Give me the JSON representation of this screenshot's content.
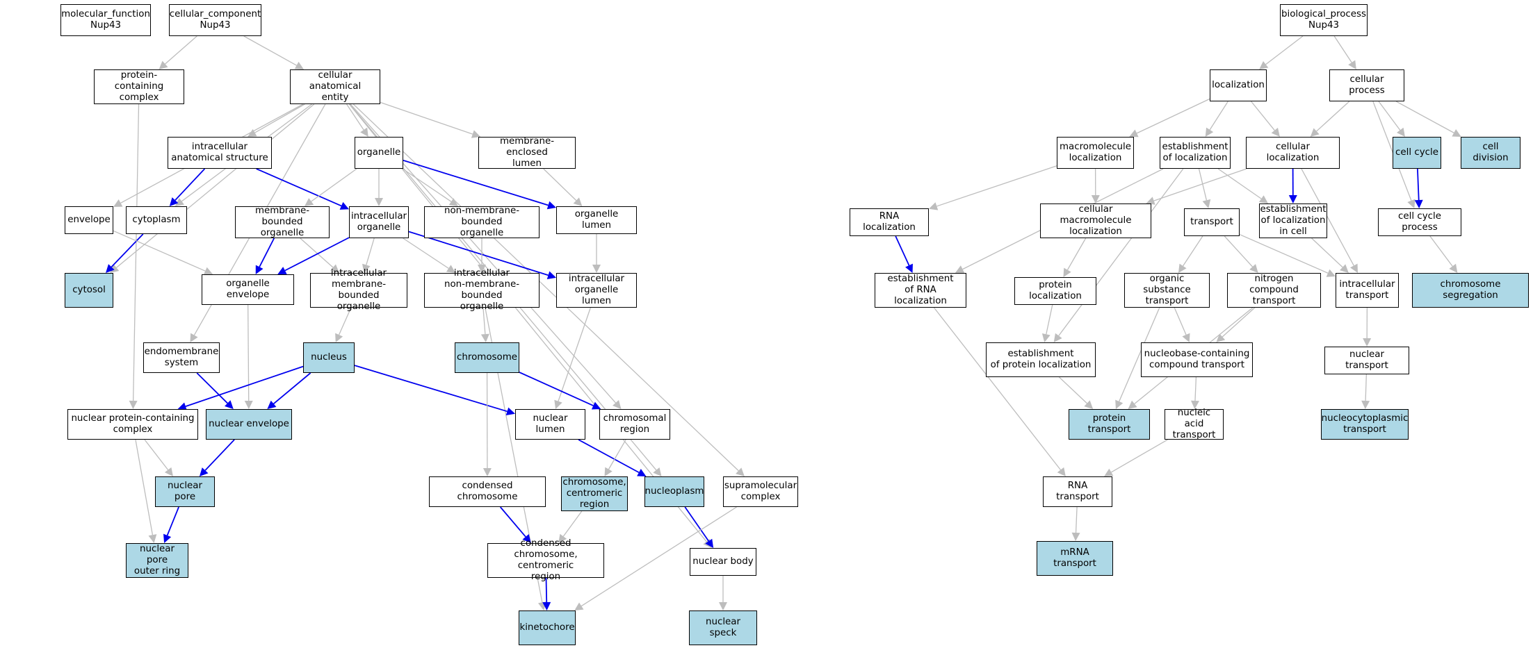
{
  "colors": {
    "edge_gray": "#bdbdbd",
    "edge_blue": "#0000ee",
    "highlight": "#add8e6",
    "plain": "#ffffff"
  },
  "nodes": {
    "mf": {
      "label": "molecular_function\nNup43",
      "hl": false
    },
    "cc": {
      "label": "cellular_component\nNup43",
      "hl": false
    },
    "pcc": {
      "label": "protein-containing\ncomplex",
      "hl": false
    },
    "cae": {
      "label": "cellular anatomical\nentity",
      "hl": false
    },
    "ias": {
      "label": "intracellular\nanatomical structure",
      "hl": false
    },
    "org": {
      "label": "organelle",
      "hl": false
    },
    "mel": {
      "label": "membrane-enclosed\nlumen",
      "hl": false
    },
    "env": {
      "label": "envelope",
      "hl": false
    },
    "cyto": {
      "label": "cytoplasm",
      "hl": false
    },
    "mbo": {
      "label": "membrane-bounded\norganelle",
      "hl": false
    },
    "io": {
      "label": "intracellular\norganelle",
      "hl": false
    },
    "nmbo": {
      "label": "non-membrane-bounded\norganelle",
      "hl": false
    },
    "ol": {
      "label": "organelle lumen",
      "hl": false
    },
    "cytosol": {
      "label": "cytosol",
      "hl": true
    },
    "oe": {
      "label": "organelle envelope",
      "hl": false
    },
    "imbo": {
      "label": "intracellular\nmembrane-bounded\norganelle",
      "hl": false
    },
    "inmbo": {
      "label": "intracellular\nnon-membrane-bounded\norganelle",
      "hl": false
    },
    "iol": {
      "label": "intracellular\norganelle lumen",
      "hl": false
    },
    "ems": {
      "label": "endomembrane\nsystem",
      "hl": false
    },
    "nucleus": {
      "label": "nucleus",
      "hl": true
    },
    "chromosome": {
      "label": "chromosome",
      "hl": true
    },
    "npcc": {
      "label": "nuclear protein-containing\ncomplex",
      "hl": false
    },
    "ne": {
      "label": "nuclear envelope",
      "hl": true
    },
    "nl": {
      "label": "nuclear lumen",
      "hl": false
    },
    "cr": {
      "label": "chromosomal\nregion",
      "hl": false
    },
    "np": {
      "label": "nuclear pore",
      "hl": true
    },
    "cc2": {
      "label": "condensed chromosome",
      "hl": false
    },
    "ccr": {
      "label": "chromosome,\ncentromeric\nregion",
      "hl": true
    },
    "nucleoplasm": {
      "label": "nucleoplasm",
      "hl": true
    },
    "smc": {
      "label": "supramolecular\ncomplex",
      "hl": false
    },
    "npor": {
      "label": "nuclear pore\nouter ring",
      "hl": true
    },
    "cccr": {
      "label": "condensed chromosome,\ncentromeric\nregion",
      "hl": false
    },
    "nb": {
      "label": "nuclear body",
      "hl": false
    },
    "kin": {
      "label": "kinetochore",
      "hl": true
    },
    "ns": {
      "label": "nuclear speck",
      "hl": true
    },
    "bp": {
      "label": "biological_process\nNup43",
      "hl": false
    },
    "loc": {
      "label": "localization",
      "hl": false
    },
    "cp": {
      "label": "cellular process",
      "hl": false
    },
    "ml": {
      "label": "macromolecule\nlocalization",
      "hl": false
    },
    "eol": {
      "label": "establishment\nof localization",
      "hl": false
    },
    "cl": {
      "label": "cellular localization",
      "hl": false
    },
    "ccyc": {
      "label": "cell cycle",
      "hl": true
    },
    "cdiv": {
      "label": "cell division",
      "hl": true
    },
    "rnal": {
      "label": "RNA localization",
      "hl": false
    },
    "cml": {
      "label": "cellular macromolecule\nlocalization",
      "hl": false
    },
    "tr": {
      "label": "transport",
      "hl": false
    },
    "elic": {
      "label": "establishment\nof localization\nin cell",
      "hl": false
    },
    "ccp": {
      "label": "cell cycle process",
      "hl": false
    },
    "erl": {
      "label": "establishment\nof RNA localization",
      "hl": false
    },
    "pl": {
      "label": "protein localization",
      "hl": false
    },
    "ost": {
      "label": "organic substance\ntransport",
      "hl": false
    },
    "nct": {
      "label": "nitrogen compound\ntransport",
      "hl": false
    },
    "it": {
      "label": "intracellular\ntransport",
      "hl": false
    },
    "cs": {
      "label": "chromosome segregation",
      "hl": true
    },
    "epl": {
      "label": "establishment\nof protein localization",
      "hl": false
    },
    "nbcct": {
      "label": "nucleobase-containing\ncompound transport",
      "hl": false
    },
    "nt": {
      "label": "nuclear transport",
      "hl": false
    },
    "pt": {
      "label": "protein transport",
      "hl": true
    },
    "nat": {
      "label": "nucleic acid\ntransport",
      "hl": false
    },
    "nct2": {
      "label": "nucleocytoplasmic\ntransport",
      "hl": true
    },
    "rnat": {
      "label": "RNA transport",
      "hl": false
    },
    "mrnat": {
      "label": "mRNA transport",
      "hl": true
    }
  }
}
